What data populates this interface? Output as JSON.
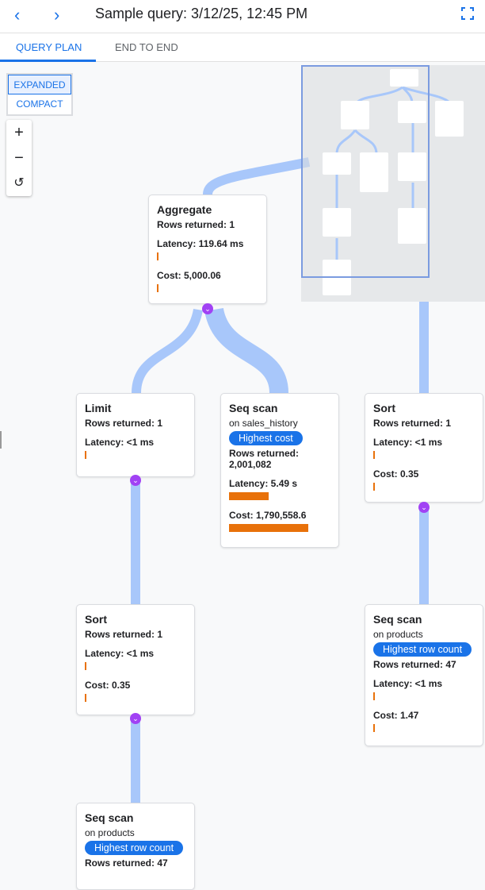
{
  "header": {
    "title": "Sample query: 3/12/25, 12:45 PM",
    "back_icon": "chevron-left",
    "forward_icon": "chevron-right",
    "fullscreen_icon": "fullscreen"
  },
  "tabs": [
    {
      "label": "QUERY PLAN",
      "active": true
    },
    {
      "label": "END TO END",
      "active": false
    }
  ],
  "view_toggle": {
    "expanded": "EXPANDED",
    "compact": "COMPACT",
    "selected": "EXPANDED"
  },
  "zoom_controls": {
    "zoom_in": "+",
    "zoom_out": "−",
    "reset": "↺"
  },
  "colors": {
    "accent": "#1a73e8",
    "bar": "#e8710a",
    "edge": "#a8c7fa",
    "expander": "#a142f4"
  },
  "nodes": {
    "aggregate": {
      "title": "Aggregate",
      "rows": "Rows returned: 1",
      "latency": "Latency: 119.64 ms",
      "cost": "Cost: 5,000.06"
    },
    "limit": {
      "title": "Limit",
      "rows": "Rows returned: 1",
      "latency": "Latency: <1 ms"
    },
    "seq_sales": {
      "title": "Seq scan",
      "on": "on sales_history",
      "badge": "Highest cost",
      "rows": "Rows returned:",
      "rows_value": "2,001,082",
      "latency": "Latency: 5.49 s",
      "cost": "Cost: 1,790,558.6"
    },
    "sort_right": {
      "title": "Sort",
      "rows": "Rows returned: 1",
      "latency": "Latency: <1 ms",
      "cost": "Cost: 0.35"
    },
    "sort_left": {
      "title": "Sort",
      "rows": "Rows returned: 1",
      "latency": "Latency: <1 ms",
      "cost": "Cost: 0.35"
    },
    "seq_products_right": {
      "title": "Seq scan",
      "on": "on products",
      "badge": "Highest row count",
      "rows": "Rows returned: 47",
      "latency": "Latency: <1 ms",
      "cost": "Cost: 1.47"
    },
    "seq_products_bottom": {
      "title": "Seq scan",
      "on": "on products",
      "badge": "Highest row count",
      "rows": "Rows returned: 47"
    }
  }
}
